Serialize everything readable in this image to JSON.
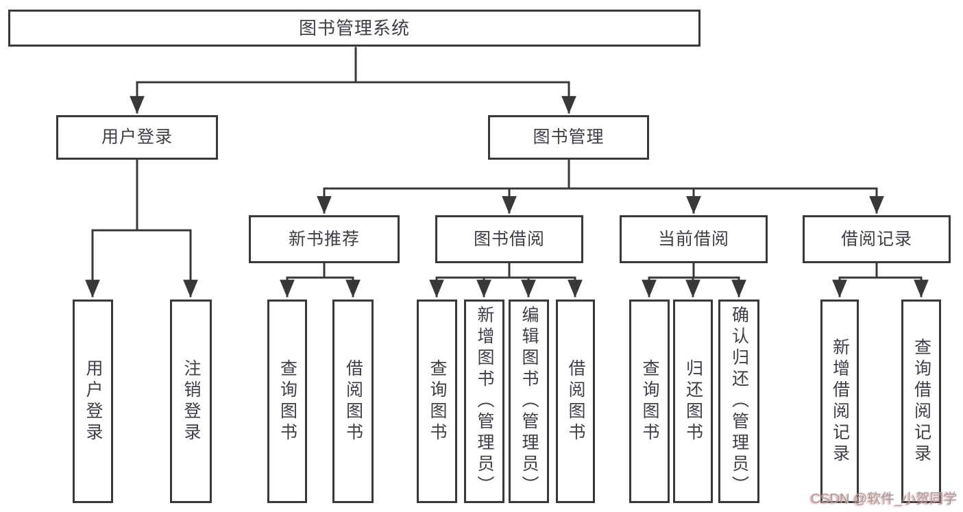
{
  "tree": {
    "root": "图书管理系统",
    "user": {
      "label": "用户登录",
      "children": [
        "用户登录",
        "注销登录"
      ]
    },
    "management": {
      "label": "图书管理",
      "sections": [
        {
          "label": "新书推荐",
          "children": [
            "查询图书",
            "借阅图书"
          ]
        },
        {
          "label": "图书借阅",
          "children": [
            "查询图书",
            "新增图书（管理员）",
            "编辑图书（管理员）",
            "借阅图书"
          ]
        },
        {
          "label": "当前借阅",
          "children": [
            "查询图书",
            "归还图书",
            "确认归还（管理员）"
          ]
        },
        {
          "label": "借阅记录",
          "children": [
            "新增借阅记录",
            "查询借阅记录"
          ]
        }
      ]
    }
  },
  "watermark": {
    "text": "CSDN @软件_小贺同学"
  },
  "colors": {
    "line": "#383838",
    "text": "#3c4046",
    "background": "#ffffff",
    "watermark": "#a3a1a1",
    "watermark_accent": "#d98b86"
  }
}
